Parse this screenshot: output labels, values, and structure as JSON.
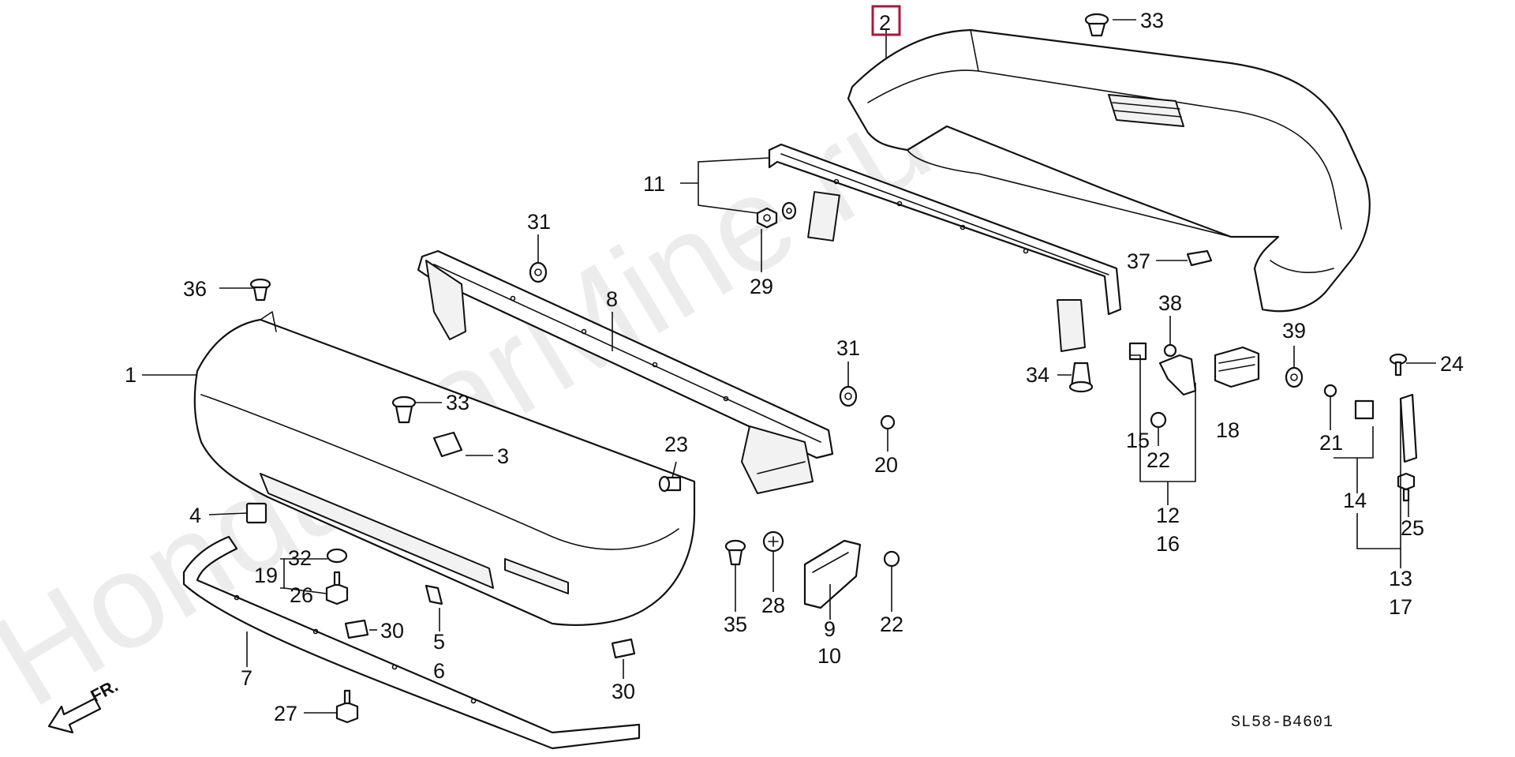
{
  "watermark": "HondaCarMine.ru",
  "diagram_code": "SL58-B4601",
  "direction_label": "FR.",
  "highlight_color": "#b0143c",
  "callouts": {
    "c1": "1",
    "c2": "2",
    "c3": "3",
    "c4": "4",
    "c5": "5",
    "c6": "6",
    "c7": "7",
    "c8": "8",
    "c9": "9",
    "c10": "10",
    "c11": "11",
    "c12": "12",
    "c13": "13",
    "c14": "14",
    "c15": "15",
    "c16": "16",
    "c17": "17",
    "c18": "18",
    "c19": "19",
    "c20": "20",
    "c21": "21",
    "c22a": "22",
    "c22b": "22",
    "c23": "23",
    "c24": "24",
    "c25": "25",
    "c26": "26",
    "c27": "27",
    "c28": "28",
    "c29": "29",
    "c30a": "30",
    "c30b": "30",
    "c31a": "31",
    "c31b": "31",
    "c32": "32",
    "c33a": "33",
    "c33b": "33",
    "c34": "34",
    "c35": "35",
    "c36": "36",
    "c37": "37",
    "c38": "38",
    "c39": "39"
  }
}
